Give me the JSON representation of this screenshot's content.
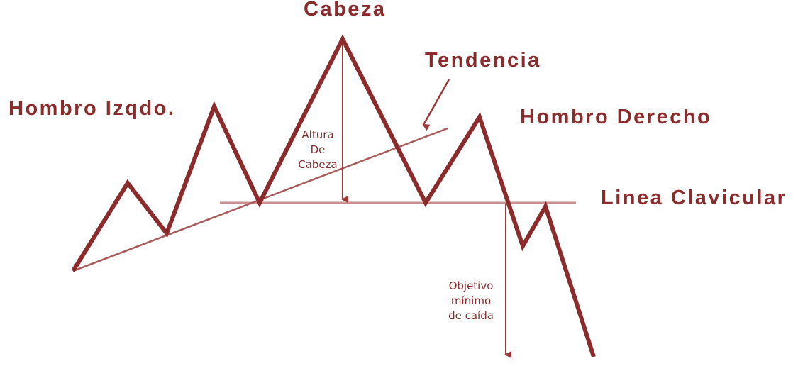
{
  "diagram": {
    "labels": {
      "head": "Cabeza",
      "trend": "Tendencia",
      "left_shoulder": "Hombro Izqdo.",
      "right_shoulder": "Hombro Derecho",
      "neckline": "Linea Clavicular",
      "head_height": [
        "Altura",
        "De",
        "Cabeza"
      ],
      "target": [
        "Objetivo",
        "mínimo",
        "de caída"
      ]
    },
    "colors": {
      "price_line": "#8b2b2b",
      "trend_line": "#a85a5a",
      "neckline": "#c99090",
      "arrows": "#9c3838",
      "text": "#8b2b2b",
      "background": "#ffffff"
    }
  }
}
